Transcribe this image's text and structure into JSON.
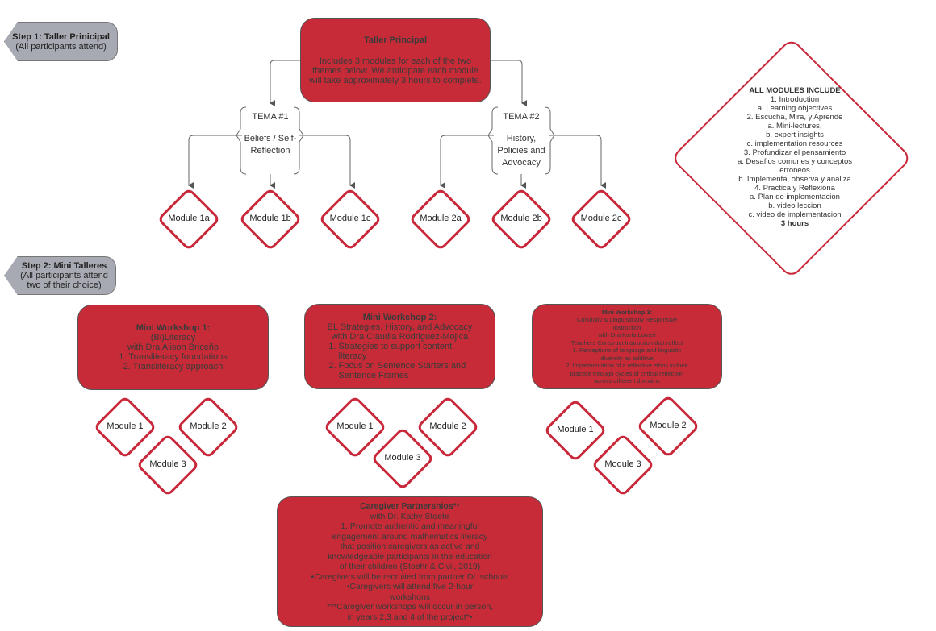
{
  "step1": {
    "title": "Step 1: Taller Prinicipal",
    "subtitle": "(All participants attend)"
  },
  "step2": {
    "title": "Step 2: Mini Talleres",
    "subtitle": "(All participants attend two of their choice)"
  },
  "taller": {
    "title": "Taller Principal",
    "body": "Includes 3 modules for each of the two themes below. We anticipate each module will take approximately 3 hours to complete."
  },
  "tema1": {
    "title": "TEMA #1",
    "body": "Beliefs / Self-Reflection",
    "modules": [
      "Module 1a",
      "Module 1b",
      "Module 1c"
    ]
  },
  "tema2": {
    "title": "TEMA #2",
    "body": "History, Policies and Advocacy",
    "modules": [
      "Module 2a",
      "Module 2b",
      "Module 2c"
    ]
  },
  "all_modules": {
    "title": "ALL MODULES INCLUDE",
    "lines": [
      "1. Introduction",
      "a. Learning objectives",
      "2. Escucha, Mira, y Aprende",
      "a. Mini-lectures,",
      "b. expert insights",
      "c. implementation resources",
      "3. Profundizar el pensamiento",
      "a. Desafios comunes y conceptos",
      "erroneos",
      "b. Implementa, observa y analiza",
      "4. Practica y Reflexiona",
      "a. Plan de implementacion",
      "b. video leccion",
      "c. video de implementacion"
    ],
    "hours": "3 hours"
  },
  "ws1": {
    "title": "Mini Workshop 1:",
    "lines": [
      "(Bi)Literacy",
      "with Dra Alison Briceño",
      "1. Transliteracy foundations",
      "2. Transliteracy approach"
    ],
    "modules": [
      "Module 1",
      "Module 2",
      "Module 3"
    ]
  },
  "ws2": {
    "title": "Mini Workshop 2:",
    "lines": [
      "EL Strategies, History, and Advocacy",
      "with Dra Claudia Rodriguez-Mojica"
    ],
    "items": [
      "Strategies to support content literacy",
      "Focus on Sentence Starters and Sentence Frames"
    ],
    "modules": [
      "Module 1",
      "Module 2",
      "Module 3"
    ]
  },
  "ws3": {
    "title": "Mini Workshop 3:",
    "lines": [
      "Culturally & Linguistically Responsive Instruction",
      "with Dra Karla Lomeli",
      "Teachers Construct Instruction that reflect",
      "1. Perceptions of language and linguistic diversity as additive",
      "2. Implementation of a reflective ethos in their practice through cycles of critical reflection across different domains"
    ],
    "modules": [
      "Module 1",
      "Module 2",
      "Module 3"
    ]
  },
  "caregiver": {
    "title": "Caregiver Partnershios**",
    "lines": [
      "with Dr. Kathy Stoehr",
      "1. Promote authentic and meaningful",
      "engagement around mathematics literacy",
      "that position caregivers as active and",
      "knowledgeable participants in the education",
      "of their children (Stoehr & Civil, 2019)",
      "•Caregivers will be recruited from partner DL schools",
      "•Caregivers will attend five 2-hour",
      "workshons",
      "***Caregiver workshops will occur in person,",
      "in years 2,3 and 4 of the project*•"
    ]
  },
  "colors": {
    "box": "#c62b37",
    "diamond": "#c8283a",
    "step": "#a7aab2"
  }
}
